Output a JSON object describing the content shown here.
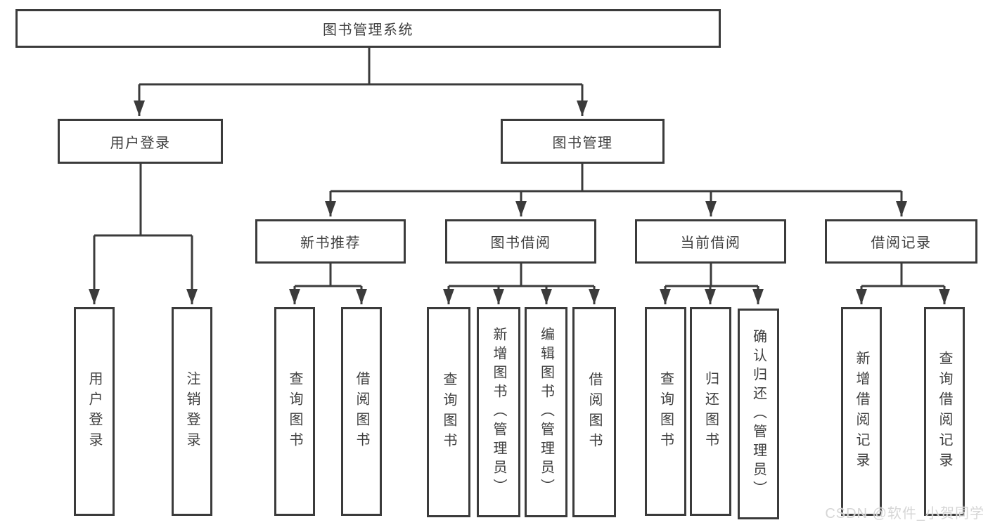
{
  "diagram": {
    "root": "图书管理系统",
    "nodes": {
      "user_login": "用户登录",
      "book_mgmt": "图书管理",
      "new_books": "新书推荐",
      "book_borrow": "图书借阅",
      "current_borrow": "当前借阅",
      "borrow_records": "借阅记录"
    },
    "leaves": {
      "user_login": "用户登录",
      "logout": "注销登录",
      "nb_query_books": "查询图书",
      "nb_borrow_books": "借阅图书",
      "bb_query_books": "查询图书",
      "bb_add_books": "新增图书（管理员）",
      "bb_edit_books": "编辑图书（管理员）",
      "bb_borrow_books": "借阅图书",
      "cb_query_books": "查询图书",
      "cb_return_books": "归还图书",
      "cb_confirm_return": "确认归还（管理员）",
      "br_add_record": "新增借阅记录",
      "br_query_record": "查询借阅记录"
    },
    "watermark": "CSDN @软件_小贺同学"
  },
  "colors": {
    "line": "#3b3b3b",
    "text": "#3f3f3f",
    "bg": "#ffffff",
    "watermark": "#d6d6d6"
  }
}
